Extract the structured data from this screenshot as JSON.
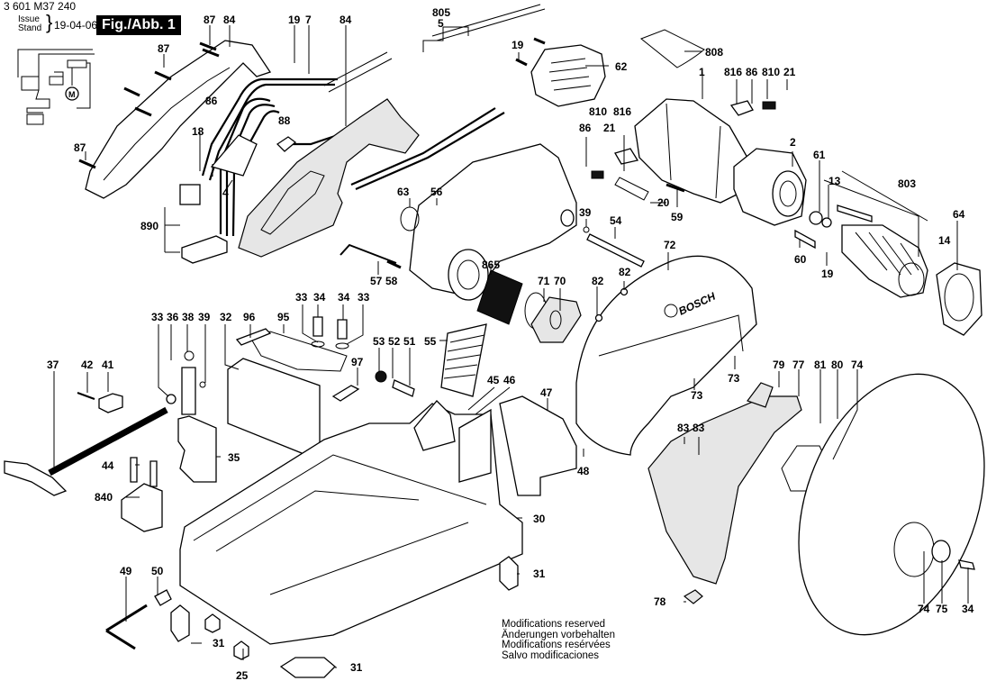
{
  "header": {
    "part_code": "3 601 M37 240",
    "issue_label": "Issue",
    "stand_label": "Stand",
    "date": "19-04-06",
    "figure_label": "Fig./Abb. 1"
  },
  "footer": {
    "lines": [
      "Modifications reserved",
      "Änderungen vorbehalten",
      "Modifications resérvées",
      "Salvo modificaciones"
    ]
  },
  "diagram": {
    "brand_on_guard": "BOSCH",
    "motor_symbol": "M",
    "callouts": [
      {
        "id": "c87a",
        "text": "87"
      },
      {
        "id": "c84a",
        "text": "84"
      },
      {
        "id": "c19a",
        "text": "19"
      },
      {
        "id": "c7",
        "text": "7"
      },
      {
        "id": "c84b",
        "text": "84"
      },
      {
        "id": "c805",
        "text": "805"
      },
      {
        "id": "c5",
        "text": "5"
      },
      {
        "id": "c19b",
        "text": "19"
      },
      {
        "id": "c62",
        "text": "62"
      },
      {
        "id": "c808",
        "text": "808"
      },
      {
        "id": "c1",
        "text": "1"
      },
      {
        "id": "c816a",
        "text": "816"
      },
      {
        "id": "c86a",
        "text": "86"
      },
      {
        "id": "c810a",
        "text": "810"
      },
      {
        "id": "c21a",
        "text": "21"
      },
      {
        "id": "c87b",
        "text": "87"
      },
      {
        "id": "c86b",
        "text": "86"
      },
      {
        "id": "c88",
        "text": "88"
      },
      {
        "id": "c18",
        "text": "18"
      },
      {
        "id": "c4",
        "text": "4"
      },
      {
        "id": "c87c",
        "text": "87"
      },
      {
        "id": "c890",
        "text": "890"
      },
      {
        "id": "c810b",
        "text": "810"
      },
      {
        "id": "c816b",
        "text": "816"
      },
      {
        "id": "c86c",
        "text": "86"
      },
      {
        "id": "c21b",
        "text": "21"
      },
      {
        "id": "c20",
        "text": "20"
      },
      {
        "id": "c59",
        "text": "59"
      },
      {
        "id": "c2",
        "text": "2"
      },
      {
        "id": "c61",
        "text": "61"
      },
      {
        "id": "c13a",
        "text": "13"
      },
      {
        "id": "c803",
        "text": "803"
      },
      {
        "id": "c13b",
        "text": "13"
      },
      {
        "id": "c64",
        "text": "64"
      },
      {
        "id": "c14",
        "text": "14"
      },
      {
        "id": "c60",
        "text": "60"
      },
      {
        "id": "c19c",
        "text": "19"
      },
      {
        "id": "c63",
        "text": "63"
      },
      {
        "id": "c56",
        "text": "56"
      },
      {
        "id": "c39a",
        "text": "39"
      },
      {
        "id": "c54",
        "text": "54"
      },
      {
        "id": "c72",
        "text": "72"
      },
      {
        "id": "c57",
        "text": "57"
      },
      {
        "id": "c58",
        "text": "58"
      },
      {
        "id": "c865",
        "text": "865"
      },
      {
        "id": "c71",
        "text": "71"
      },
      {
        "id": "c70",
        "text": "70"
      },
      {
        "id": "c82a",
        "text": "82"
      },
      {
        "id": "c82b",
        "text": "82"
      },
      {
        "id": "c33a",
        "text": "33"
      },
      {
        "id": "c34a",
        "text": "34"
      },
      {
        "id": "c34b",
        "text": "34"
      },
      {
        "id": "c33b",
        "text": "33"
      },
      {
        "id": "c33c",
        "text": "33"
      },
      {
        "id": "c36",
        "text": "36"
      },
      {
        "id": "c38",
        "text": "38"
      },
      {
        "id": "c39b",
        "text": "39"
      },
      {
        "id": "c32",
        "text": "32"
      },
      {
        "id": "c96",
        "text": "96"
      },
      {
        "id": "c95",
        "text": "95"
      },
      {
        "id": "c97",
        "text": "97"
      },
      {
        "id": "c53",
        "text": "53"
      },
      {
        "id": "c52",
        "text": "52"
      },
      {
        "id": "c51",
        "text": "51"
      },
      {
        "id": "c55",
        "text": "55"
      },
      {
        "id": "c37",
        "text": "37"
      },
      {
        "id": "c42",
        "text": "42"
      },
      {
        "id": "c41",
        "text": "41"
      },
      {
        "id": "c45",
        "text": "45"
      },
      {
        "id": "c46",
        "text": "46"
      },
      {
        "id": "c47",
        "text": "47"
      },
      {
        "id": "c73a",
        "text": "73"
      },
      {
        "id": "c73b",
        "text": "73"
      },
      {
        "id": "c79",
        "text": "79"
      },
      {
        "id": "c77",
        "text": "77"
      },
      {
        "id": "c81",
        "text": "81"
      },
      {
        "id": "c80",
        "text": "80"
      },
      {
        "id": "c74a",
        "text": "74"
      },
      {
        "id": "c35",
        "text": "35"
      },
      {
        "id": "c44",
        "text": "44"
      },
      {
        "id": "c48",
        "text": "48"
      },
      {
        "id": "c83a",
        "text": "83"
      },
      {
        "id": "c83b",
        "text": "83"
      },
      {
        "id": "c840",
        "text": "840"
      },
      {
        "id": "c30",
        "text": "30"
      },
      {
        "id": "c49",
        "text": "49"
      },
      {
        "id": "c50",
        "text": "50"
      },
      {
        "id": "c31a",
        "text": "31"
      },
      {
        "id": "c78",
        "text": "78"
      },
      {
        "id": "c74b",
        "text": "74"
      },
      {
        "id": "c75",
        "text": "75"
      },
      {
        "id": "c34c",
        "text": "34"
      },
      {
        "id": "c31b",
        "text": "31"
      },
      {
        "id": "c25",
        "text": "25"
      },
      {
        "id": "c31c",
        "text": "31"
      }
    ]
  }
}
